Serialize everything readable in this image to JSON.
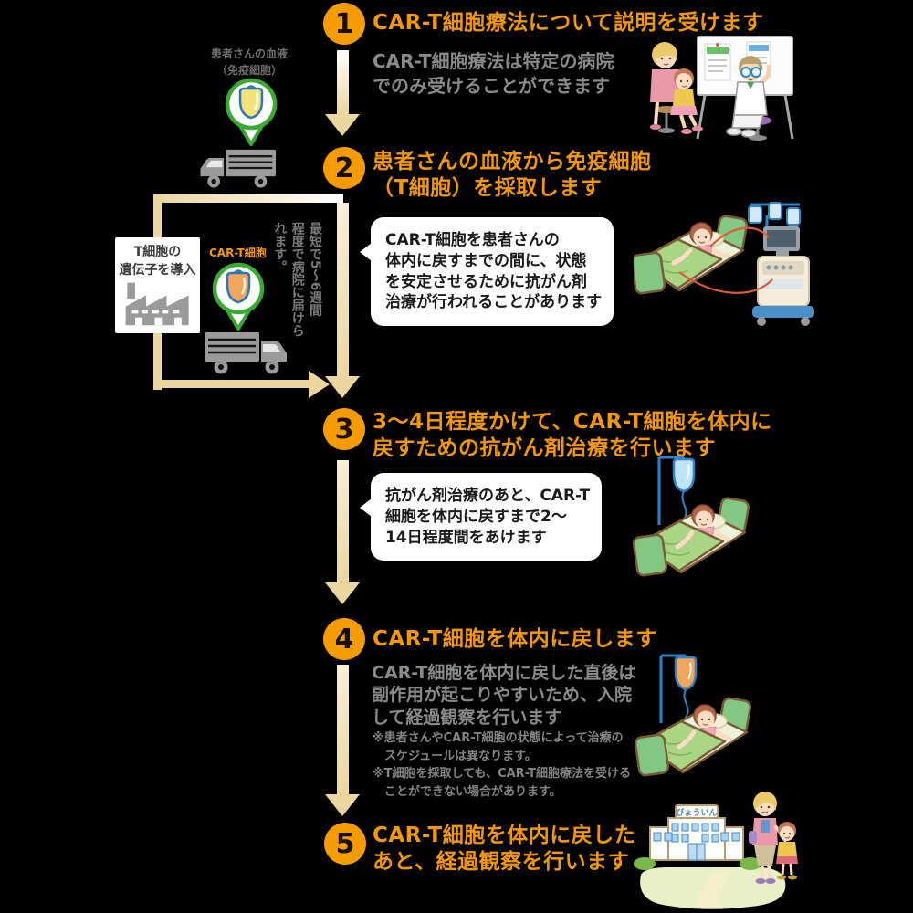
{
  "palette": {
    "step_circle_orange": "#f49b00",
    "heading_orange": "#f39800",
    "gray_note": "#8a8a8a",
    "arrow_tan": "#ecd6a0",
    "icon_gray": "#9b9b9b",
    "pin_green": "#3aaa35",
    "bag_outline_blue": "#2e75b6",
    "bed_green": "#82c882",
    "tube_red": "#e05a3a"
  },
  "steps": [
    {
      "number": "1",
      "title_lines": [
        "CAR-T細胞療法について説明を受けます"
      ],
      "note_lines": [
        "CAR-T細胞療法は特定の病院",
        "でのみ受けることができます"
      ],
      "illustration": "doctor-explains-to-family"
    },
    {
      "number": "2",
      "title_lines": [
        "患者さんの血液から免疫細胞",
        "（T細胞）を採取します"
      ],
      "bubble_lines": [
        "CAR-T細胞を患者さんの",
        "体内に戻すまでの間に、状態",
        "を安定させるために抗がん剤",
        "治療が行われることがあります"
      ],
      "illustration": "patient-bed-apheresis-machine"
    },
    {
      "number": "3",
      "title_lines": [
        "3〜4日程度かけて、CAR-T細胞を体内に",
        "戻すための抗がん剤治療を行います"
      ],
      "bubble_lines": [
        "抗がん剤治療のあと、CAR-T",
        "細胞を体内に戻すまで2〜",
        "14日程度間をあけます"
      ],
      "illustration": "patient-bed-blue-iv-drip"
    },
    {
      "number": "4",
      "title_lines": [
        "CAR-T細胞を体内に戻します"
      ],
      "note_lines": [
        "CAR-T細胞を体内に戻した直後は",
        "副作用が起こりやすいため、入院",
        "して経過観察を行います"
      ],
      "footnote_lines": [
        "※患者さんやCAR-T細胞の状態によって治療の",
        "　スケジュールは異なります。",
        "※T細胞を採取しても、CAR-T細胞療法を受ける",
        "　ことができない場合があります。"
      ],
      "illustration": "patient-bed-orange-iv-drip"
    },
    {
      "number": "5",
      "title_lines": [
        "CAR-T細胞を体内に戻した",
        "あと、経過観察を行います"
      ],
      "illustration": "hospital-discharge-mother-child"
    }
  ],
  "side_labels": {
    "blood_lines": [
      "患者さんの血液",
      "（免疫細胞）"
    ],
    "cart_cells_label": "CAR-T細胞",
    "factory_box_lines": [
      "T細胞の",
      "遺伝子を導入"
    ],
    "delivery_lines": [
      "最短で5〜6週間",
      "程度で病院に届けら",
      "れます。"
    ],
    "hospital_sign": "びょういん"
  }
}
